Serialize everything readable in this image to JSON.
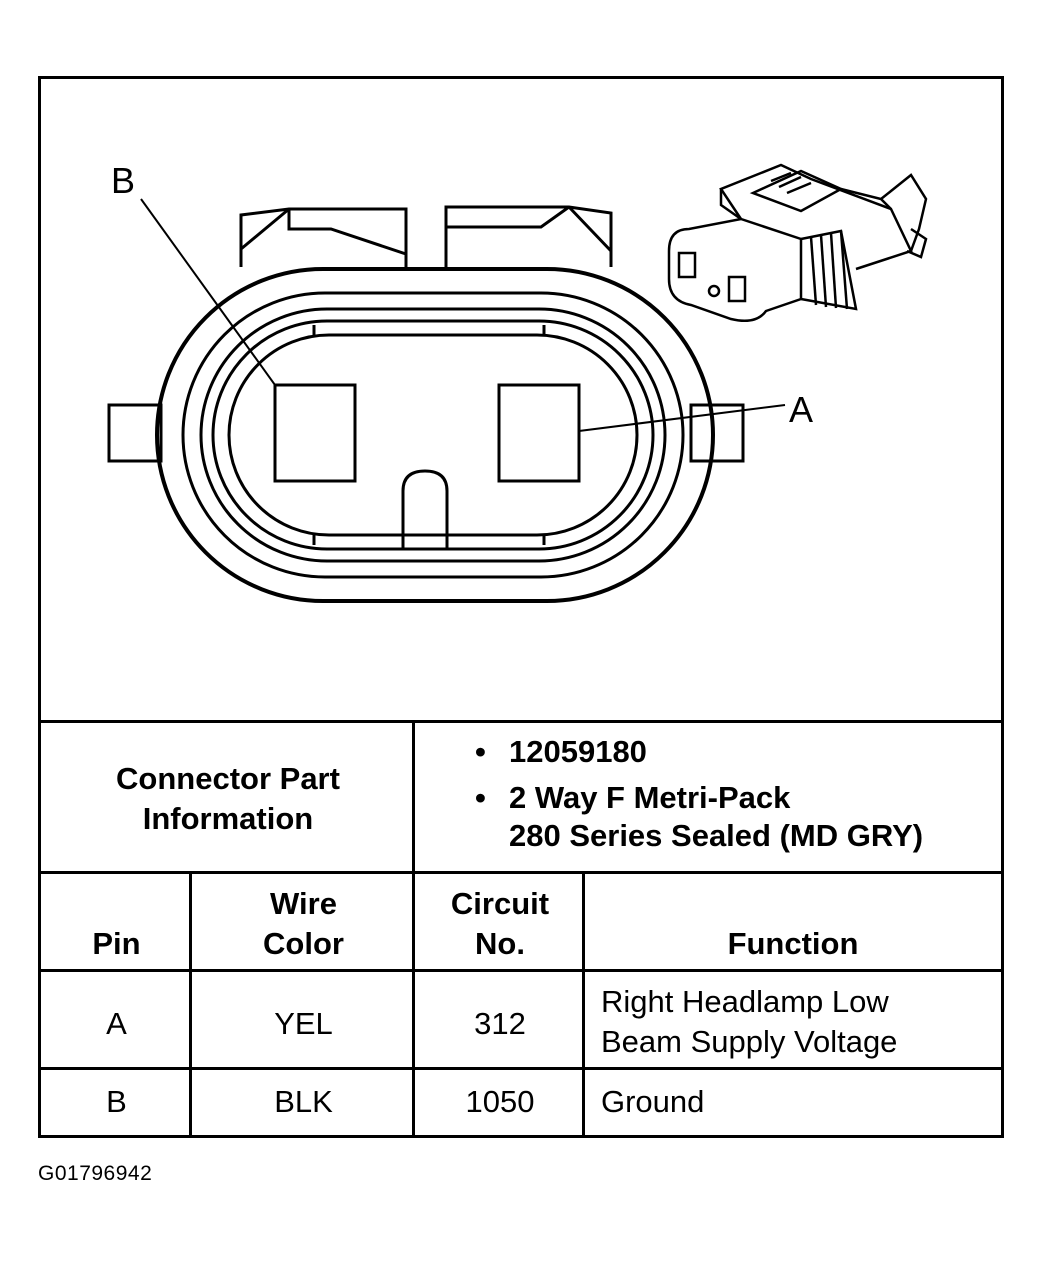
{
  "diagram": {
    "pin_labels": {
      "b": "B",
      "a": "A"
    }
  },
  "part_info": {
    "label_line1": "Connector Part",
    "label_line2": "Information",
    "bullet": "•",
    "items": [
      {
        "lines": [
          "12059180"
        ]
      },
      {
        "lines": [
          "2 Way F Metri-Pack",
          "280 Series Sealed (MD GRY)"
        ]
      }
    ]
  },
  "table": {
    "headers": {
      "pin": "Pin",
      "wire_color_1": "Wire",
      "wire_color_2": "Color",
      "circuit_1": "Circuit",
      "circuit_2": "No.",
      "function": "Function"
    },
    "rows": [
      {
        "pin": "A",
        "wire_color": "YEL",
        "circuit": "312",
        "function_1": "Right Headlamp Low",
        "function_2": "Beam Supply Voltage"
      },
      {
        "pin": "B",
        "wire_color": "BLK",
        "circuit": "1050",
        "function_1": "Ground",
        "function_2": ""
      }
    ]
  },
  "figure_id": "G01796942"
}
